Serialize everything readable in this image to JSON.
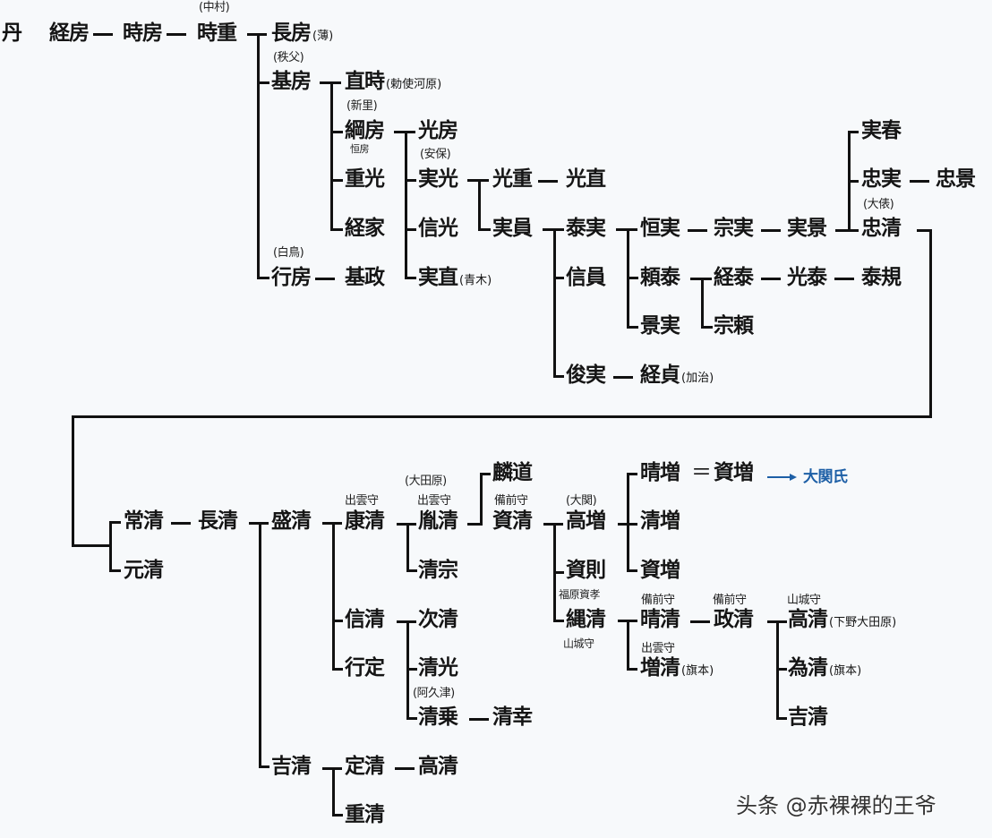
{
  "clan": "丹",
  "watermark": "头条 @赤裸裸的王爷",
  "colors": {
    "line": "#111111",
    "link": "#1d5fa6",
    "background": "#f7f9fb"
  },
  "people": {
    "tsunefusa": {
      "name": "経房"
    },
    "tokifusa": {
      "name": "時房"
    },
    "tokishige": {
      "name": "時重",
      "note": "(中村)"
    },
    "nagafusa": {
      "name": "長房",
      "suffix": "(薄)"
    },
    "motofusa": {
      "name": "基房",
      "note": "(秩父)"
    },
    "naotoki": {
      "name": "直時",
      "suffix": "(勅使河原)"
    },
    "tsunafusa": {
      "name": "綱房",
      "note": "(新里)",
      "subnote": "恒房"
    },
    "shigemitsu": {
      "name": "重光"
    },
    "tsuneie": {
      "name": "経家"
    },
    "yukifusa": {
      "name": "行房",
      "note": "(白鳥)"
    },
    "motomasa": {
      "name": "基政"
    },
    "mitsufusa": {
      "name": "光房"
    },
    "sanemitsu": {
      "name": "実光",
      "note": "(安保)"
    },
    "nobumitsu": {
      "name": "信光"
    },
    "sanenao": {
      "name": "実直",
      "suffix": "(青木)"
    },
    "mitsushige": {
      "name": "光重"
    },
    "mitsunao": {
      "name": "光直"
    },
    "sanekazu": {
      "name": "実員"
    },
    "yasuzane": {
      "name": "泰実"
    },
    "nobukazu": {
      "name": "信員"
    },
    "toshizane": {
      "name": "俊実"
    },
    "tsunesada": {
      "name": "経貞",
      "suffix": "(加治)"
    },
    "tsunezane": {
      "name": "恒実"
    },
    "munezane": {
      "name": "宗実"
    },
    "sanekage": {
      "name": "実景"
    },
    "yoriyasu": {
      "name": "頼泰"
    },
    "kagezane": {
      "name": "景実"
    },
    "tsuneyasu": {
      "name": "経泰"
    },
    "mitsuyasu": {
      "name": "光泰"
    },
    "yasunori": {
      "name": "泰規"
    },
    "muneyori": {
      "name": "宗頼"
    },
    "saneharu": {
      "name": "実春"
    },
    "tadazane": {
      "name": "忠実"
    },
    "tadakage": {
      "name": "忠景"
    },
    "tadakiyo": {
      "name": "忠清",
      "note": "(大俵)"
    },
    "tsunekiyo": {
      "name": "常清"
    },
    "motokiyo": {
      "name": "元清"
    },
    "nagakiyo": {
      "name": "長清"
    },
    "morikiyo": {
      "name": "盛清"
    },
    "yasukiyo": {
      "name": "康清",
      "note": "出雲守"
    },
    "nobukiyo": {
      "name": "信清"
    },
    "yukisada": {
      "name": "行定"
    },
    "yoshikiyo": {
      "name": "吉清"
    },
    "tanekiyo": {
      "name": "胤清",
      "note": "(大田原)",
      "note2": "出雲守"
    },
    "kiyomune": {
      "name": "清宗"
    },
    "tsugikiyo": {
      "name": "次清"
    },
    "kiyomitsu": {
      "name": "清光"
    },
    "kiyonori": {
      "name": "清乗",
      "note": "(阿久津)"
    },
    "kiyoyuki": {
      "name": "清幸"
    },
    "sadakiyo": {
      "name": "定清"
    },
    "takakiyo_b": {
      "name": "高清"
    },
    "shigekiyo": {
      "name": "重清"
    },
    "rindo": {
      "name": "麟道"
    },
    "sukekiyo": {
      "name": "資清",
      "note": "備前守"
    },
    "takamasu": {
      "name": "高増",
      "note": "(大関)"
    },
    "sukenori": {
      "name": "資則",
      "subnote": "福原資孝"
    },
    "tadakiyo2": {
      "name": "縄清",
      "subnote": "山城守"
    },
    "harumasu": {
      "name": "晴増"
    },
    "sukemasu_a": {
      "name": "資増"
    },
    "oseki": {
      "name": "大関氏"
    },
    "kiyomasu": {
      "name": "清増"
    },
    "sukemasu_b": {
      "name": "資増"
    },
    "harukiyo": {
      "name": "晴清",
      "note": "備前守"
    },
    "masukiyo": {
      "name": "増清",
      "note": "出雲守",
      "suffix": "(旗本)"
    },
    "masakiyo": {
      "name": "政清",
      "note": "備前守"
    },
    "takakiyo": {
      "name": "高清",
      "note": "山城守",
      "suffix": "(下野大田原)"
    },
    "tamekiyo": {
      "name": "為清",
      "suffix": "(旗本)"
    },
    "yoshikiyo2": {
      "name": "吉清"
    }
  },
  "connectors": {
    "dash": "ー",
    "double": "＝"
  }
}
